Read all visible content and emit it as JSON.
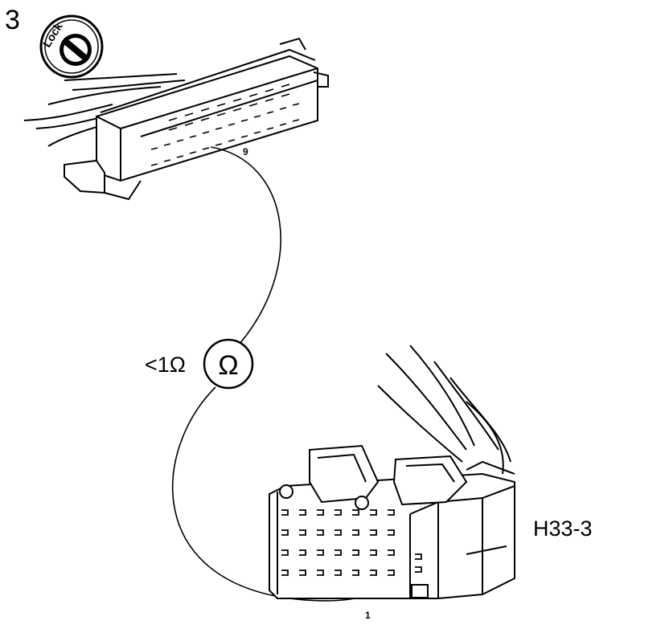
{
  "step_number": "3",
  "ignition": {
    "label": "Lock"
  },
  "connector_top": {
    "pin_label": "9"
  },
  "meter": {
    "reading": "<1Ω",
    "symbol": "Ω"
  },
  "connector_bottom": {
    "pin_label": "1",
    "name": "H33-3"
  },
  "colors": {
    "ink": "#000000",
    "paper": "#ffffff"
  }
}
